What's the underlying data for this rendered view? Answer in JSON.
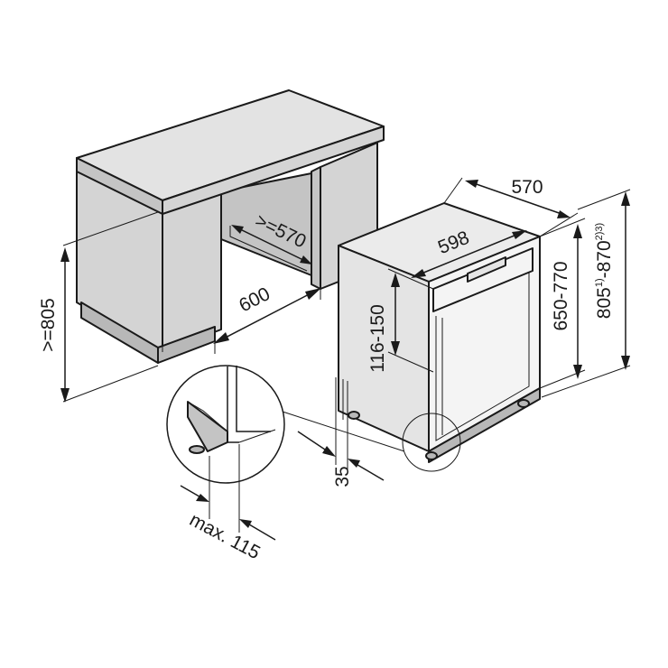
{
  "diagram": {
    "dimensions": {
      "cabinet_height": ">=805",
      "cabinet_width": "600",
      "opening_depth": ">=570",
      "dishwasher_width": "598",
      "dishwasher_depth": "570",
      "panel_height": "116-150",
      "dishwasher_height": "650-770",
      "niche_height_base": "805",
      "niche_height_sup1": "1)",
      "niche_height_mid": "-870",
      "niche_height_sup2": "2)3)",
      "plinth_depth": "35",
      "detail_label": "max. 115"
    }
  }
}
